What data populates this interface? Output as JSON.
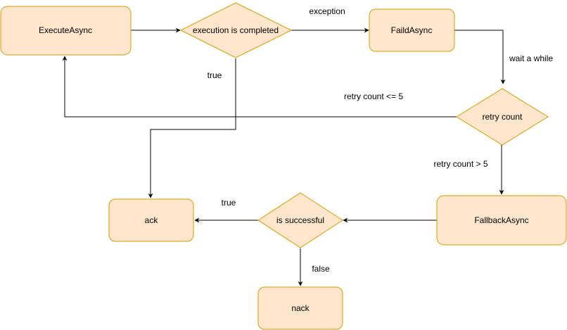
{
  "colors": {
    "node_fill": "#ffe6cc",
    "node_stroke": "#d79b00",
    "edge": "#000000",
    "text": "#000000"
  },
  "nodes": {
    "execute_async": "ExecuteAsync",
    "execution_completed": "execution is completed",
    "faild_async": "FaildAsync",
    "retry_count": "retry count",
    "fallback_async": "FallbackAsync",
    "is_successful": "is successful",
    "ack": "ack",
    "nack": "nack"
  },
  "edges": {
    "exception": "exception",
    "wait_a_while": "wait a while",
    "true_completed": "true",
    "retry_le_5": "retry count <= 5",
    "retry_gt_5": "retry count > 5",
    "true_successful": "true",
    "false_successful": "false"
  }
}
